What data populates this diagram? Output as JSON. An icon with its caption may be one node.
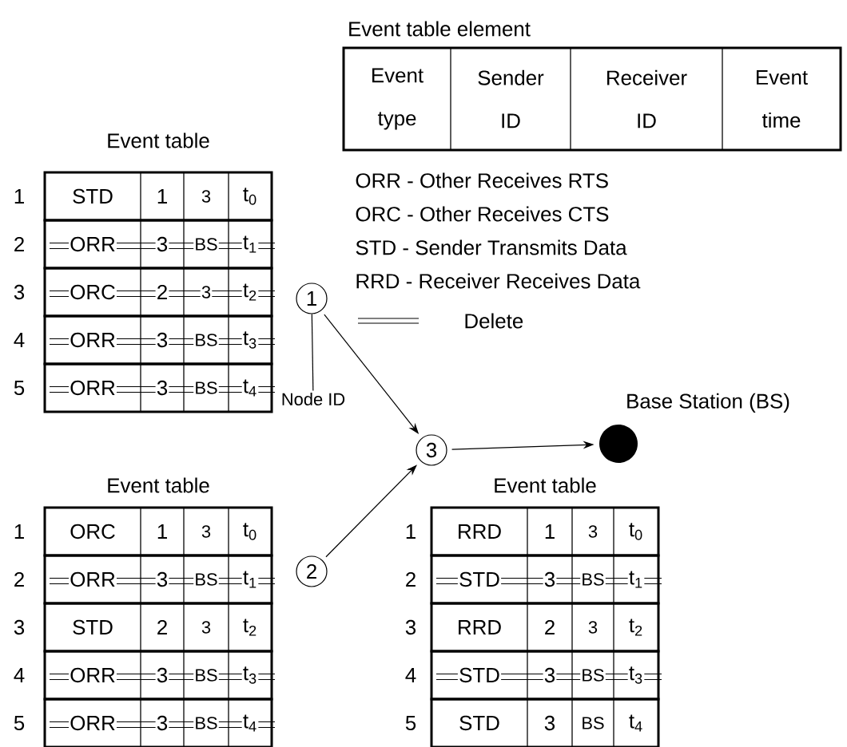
{
  "diagram": {
    "nodes": [
      {
        "text": [
          "1"
        ]
      },
      {
        "text": [
          "Node ID"
        ]
      },
      {
        "text": [
          "2"
        ]
      },
      {
        "text": [
          "3"
        ]
      },
      {
        "text": [],
        "shape": "circle",
        "beside": [
          "Base Station (BS)"
        ]
      }
    ],
    "edges": [
      {
        "from": 1,
        "to": 0,
        "arrow": "none"
      },
      {
        "from": 0,
        "to": 3,
        "arrow": "to"
      },
      {
        "from": 2,
        "to": 3,
        "arrow": "to"
      },
      {
        "from": 3,
        "to": 4,
        "arrow": "to"
      }
    ],
    "labels": [
      "Event table element",
      "Event type",
      "Sender ID",
      "Receiver ID",
      "Event time",
      "ORR - Other Receives RTS",
      "ORC - Other Receives CTS",
      "STD - Sender Transmits Data",
      "RRD - Receiver Receives Data",
      "Event table",
      "1",
      "STD",
      "1",
      "3",
      "t$_{0}$",
      "2",
      "ORR",
      "3",
      "BS",
      "t$_{1}$",
      "3",
      "ORC",
      "2",
      "3",
      "t$_{2}$",
      "4",
      "ORR",
      "3",
      "BS",
      "t$_{3}$",
      "5",
      "ORR",
      "3",
      "BS",
      "t$_{4}$",
      "Event table",
      "1",
      "ORC",
      "1",
      "3",
      "t$_{0}$",
      "2",
      "ORR",
      "3",
      "BS",
      "t$_{1}$",
      "3",
      "STD",
      "2",
      "3",
      "t$_{2}$",
      "4",
      "ORR",
      "3",
      "BS",
      "t$_{3}$",
      "5",
      "ORR",
      "3",
      "BS",
      "t$_{4}$",
      "Event table",
      "1",
      "RRD",
      "1",
      "3",
      "t$_{0}$",
      "2",
      "STD",
      "3",
      "BS",
      "t$_{1}$",
      "3",
      "RRD",
      "2",
      "3",
      "t$_{2}$",
      "4",
      "STD",
      "3",
      "BS",
      "t$_{3}$",
      "5",
      "STD",
      "3",
      "BS",
      "t$_{4}$"
    ],
    "legend": [
      {
        "text": "Delete"
      }
    ]
  }
}
